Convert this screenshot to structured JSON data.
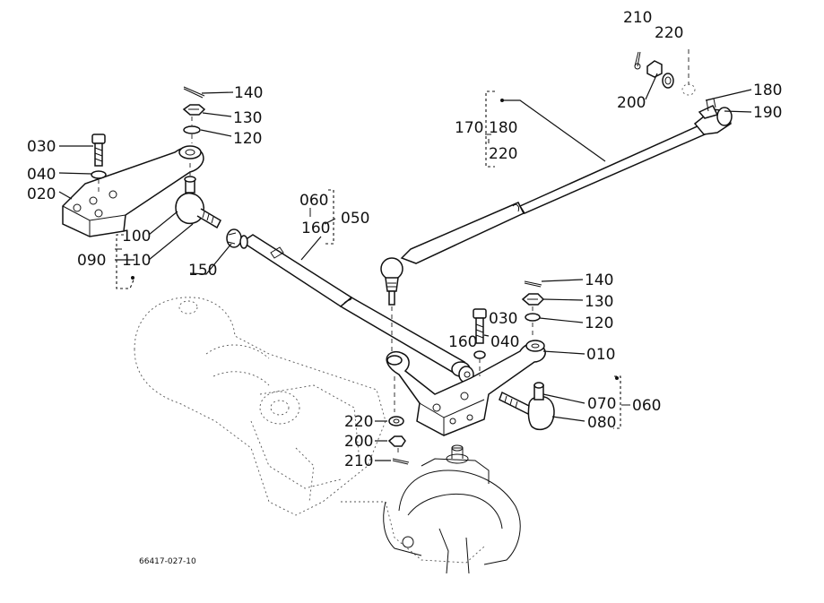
{
  "diagram": {
    "drawing_code": "66417-027-10",
    "labels": {
      "l140a": "140",
      "l130a": "130",
      "l120a": "120",
      "l030a": "030",
      "l040a": "040",
      "l020": "020",
      "l100": "100",
      "l090": "090",
      "l110": "110",
      "l150": "150",
      "l060a": "060",
      "l050": "050",
      "l160a": "160",
      "l170": "170",
      "l180a": "180",
      "l220a": "220",
      "l210a": "210",
      "l220b": "220",
      "l200a": "200",
      "l180b": "180",
      "l190": "190",
      "l140b": "140",
      "l130b": "130",
      "l120b": "120",
      "l030b": "030",
      "l160b": "160",
      "l040b": "040",
      "l010": "010",
      "l070": "070",
      "l060b": "060",
      "l080": "080",
      "l220c": "220",
      "l200b": "200",
      "l210b": "210"
    }
  }
}
